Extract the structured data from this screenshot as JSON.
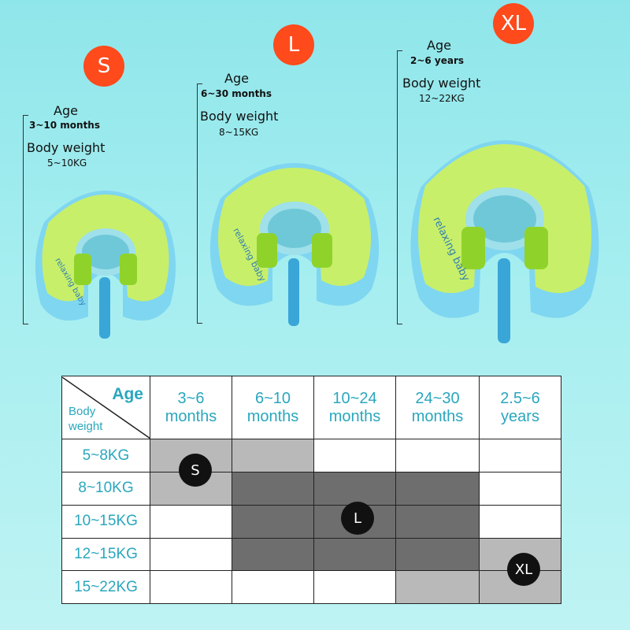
{
  "sizes": [
    {
      "badge": "S",
      "age_label": "Age",
      "age_value": "3~10 months",
      "weight_label": "Body weight",
      "weight_value": "5~10KG"
    },
    {
      "badge": "L",
      "age_label": "Age",
      "age_value": "6~30 months",
      "weight_label": "Body weight",
      "weight_value": "8~15KG"
    },
    {
      "badge": "XL",
      "age_label": "Age",
      "age_value": "2~6 years",
      "weight_label": "Body weight",
      "weight_value": "12~22KG"
    }
  ],
  "float_text": "relaxing baby",
  "table": {
    "corner_age": "Age",
    "corner_weight_line1": "Body",
    "corner_weight_line2": "weight",
    "columns": [
      {
        "line1": "3~6",
        "line2": "months"
      },
      {
        "line1": "6~10",
        "line2": "months"
      },
      {
        "line1": "10~24",
        "line2": "months"
      },
      {
        "line1": "24~30",
        "line2": "months"
      },
      {
        "line1": "2.5~6",
        "line2": "years"
      }
    ],
    "rows": [
      "5~8KG",
      "8~10KG",
      "10~15KG",
      "12~15KG",
      "15~22KG"
    ],
    "markers": {
      "small": "S",
      "large": "L",
      "xlarge": "XL"
    }
  },
  "colors": {
    "badge": "#ff4a1c",
    "float_green": "#c8ef6a",
    "float_blue": "#7fd6f0",
    "table_text": "#2aa7bd",
    "cell_light": "#b9b9b9",
    "cell_dark": "#6e6e6e"
  }
}
